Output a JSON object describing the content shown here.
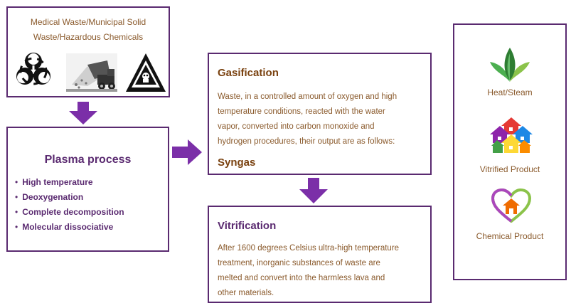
{
  "waste": {
    "line1": "Medical Waste/Municipal Solid",
    "line2": "Waste/Hazardous Chemicals",
    "icons": [
      "biohazard-icon",
      "dump-truck-icon",
      "hazard-warning-icon"
    ]
  },
  "plasma": {
    "title": "Plasma process",
    "items": [
      "High temperature",
      "Deoxygenation",
      "Complete decomposition",
      "Molecular dissociative"
    ]
  },
  "gasification": {
    "title": "Gasification",
    "lines": [
      "Waste, in a controlled amount of oxygen and high",
      "temperature conditions, reacted with the water",
      "vapor, converted into carbon monoxide and",
      "hydrogen procedures, their output are as follows:"
    ],
    "output": "Syngas"
  },
  "vitrification": {
    "title": "Vitrification",
    "lines": [
      "After 1600 degrees Celsius ultra-high temperature",
      "treatment, inorganic substances of waste are",
      "melted and convert into the harmless lava and",
      "other materials."
    ]
  },
  "products": {
    "items": [
      {
        "label": "Heat/Steam",
        "icon": "leaf-sprout-icon"
      },
      {
        "label": "Vitrified Product",
        "icon": "house-cluster-icon"
      },
      {
        "label": "Chemical Product",
        "icon": "heart-house-icon"
      }
    ]
  },
  "colors": {
    "border": "#5a2a70",
    "arrow": "#7b2fa8",
    "brown_text": "#8a5a2c",
    "title_brown": "#7a4210",
    "title_purple": "#5a2a70"
  }
}
